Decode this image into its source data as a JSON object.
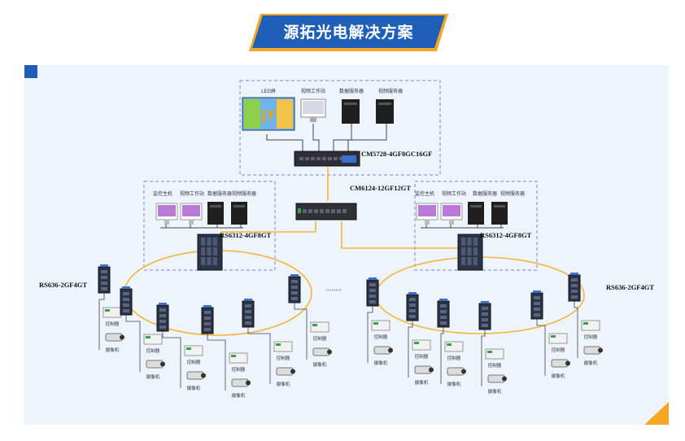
{
  "banner": {
    "title": "源拓光电解决方案",
    "color": "#1f5fb8",
    "accent": "#f5a623"
  },
  "core": {
    "model": "CM5728-4GF8GC16GF",
    "devices": [
      {
        "label": "LED屏",
        "icon": "led-screen-icon"
      },
      {
        "label": "视频工作站",
        "icon": "workstation-icon"
      },
      {
        "label": "数据服务器",
        "icon": "server-icon"
      },
      {
        "label": "视频服务器",
        "icon": "server-icon"
      }
    ],
    "screen_text": "JY"
  },
  "aggregation": {
    "model": "CM6124-12GF12GT"
  },
  "left_site": {
    "model": "RS6312-4GF8GT",
    "devices": [
      {
        "label": "监控主机",
        "icon": "monitor-icon"
      },
      {
        "label": "视频工作站",
        "icon": "monitor-icon"
      },
      {
        "label": "数据服务器",
        "icon": "server-icon"
      },
      {
        "label": "视频服务器",
        "icon": "server-icon"
      }
    ]
  },
  "right_site": {
    "model": "RS6312-4GF8GT",
    "devices": [
      {
        "label": "监控主机",
        "icon": "monitor-icon"
      },
      {
        "label": "视频工作站",
        "icon": "monitor-icon"
      },
      {
        "label": "数据服务器",
        "icon": "server-icon"
      },
      {
        "label": "视频服务器",
        "icon": "server-icon"
      }
    ]
  },
  "edge": {
    "left_model": "RS636-2GF4GT",
    "right_model": "RS636-2GF4GT",
    "controller_label": "控制器",
    "camera_label": "摄像机",
    "ellipsis": "........"
  },
  "colors": {
    "ring": "#f2b640",
    "link": "#444444",
    "dashed": "#8a7fd6",
    "panel": "#eef4fb"
  }
}
